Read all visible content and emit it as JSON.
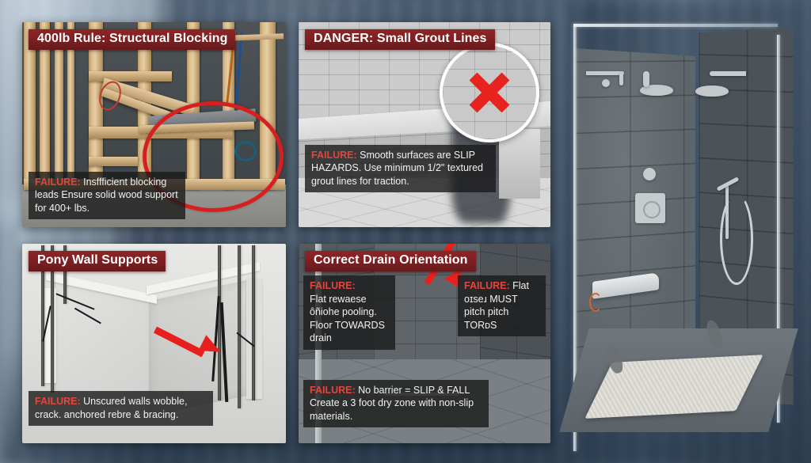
{
  "image": {
    "kind": "bathroom-safety-infographic",
    "layout": "2x2 panel grid on left, full-height finished shower photo on right",
    "background_description": "blurred blue-gray bathroom interior"
  },
  "colors": {
    "banner_red": "#7c1f21",
    "failure_red": "#e2463c",
    "annotation_red": "#d81f20",
    "caption_bg": "rgba(26,26,26,0.80)",
    "backdrop_blue": "#3d5168"
  },
  "panels": [
    {
      "id": "structural-blocking",
      "title": "400lb Rule: Structural Blocking",
      "scene": "wood stud framing with insulation, diagonal board and red circle annotation",
      "annotation": "red-ellipse",
      "caption": {
        "label": "FAILURE:",
        "text": " Insffficient blocking leads Ensure solid wood support for 400+ lbs."
      }
    },
    {
      "id": "small-grout-lines",
      "title": "DANGER: Small Grout Lines",
      "scene": "gray tiled shower bench corner with blurred falling person",
      "annotation": "magnifier-circle-with-red-x",
      "caption": {
        "label": "FAILURE:",
        "text": " Smooth surfaces are SLIP HAZARDS. Use minimum 1/2\" textured grout lines for traction."
      }
    },
    {
      "id": "pony-wall-supports",
      "title": "Pony Wall Supports",
      "scene": "white concrete pony wall corner with rebar and large cracks",
      "annotation": "red-arrow",
      "caption": {
        "label": "FAILURE:",
        "text": " Unscured walls wobble, crack. anchored rebre & bracing."
      }
    },
    {
      "id": "drain-orientation",
      "title": "Correct Drain Orientation",
      "scene": "dark slate tiled shower floor and walls",
      "annotation": "red-arrow-up",
      "captions": [
        {
          "position": "top-left",
          "label": "FAILURE:",
          "text": "Flat rewaese ôñiohe pooling. Floor TOWARDS drain"
        },
        {
          "position": "top-right",
          "label": "FAILURE:",
          "text": " Flat oɪseɹ MUST pitch pitch TORᴅS"
        },
        {
          "position": "bottom-left",
          "label": "FAILURE:",
          "text": " No barrier = SLIP & FALL Create a 3 foot dry zone with non-slip materials."
        }
      ]
    },
    {
      "id": "finished-shower",
      "title": "",
      "scene": "finished gray stone tile walk-in shower with two shower heads, hand shower, thermostatic valve, fold-down seat and non-slip mat with footprints",
      "caption": null
    }
  ]
}
